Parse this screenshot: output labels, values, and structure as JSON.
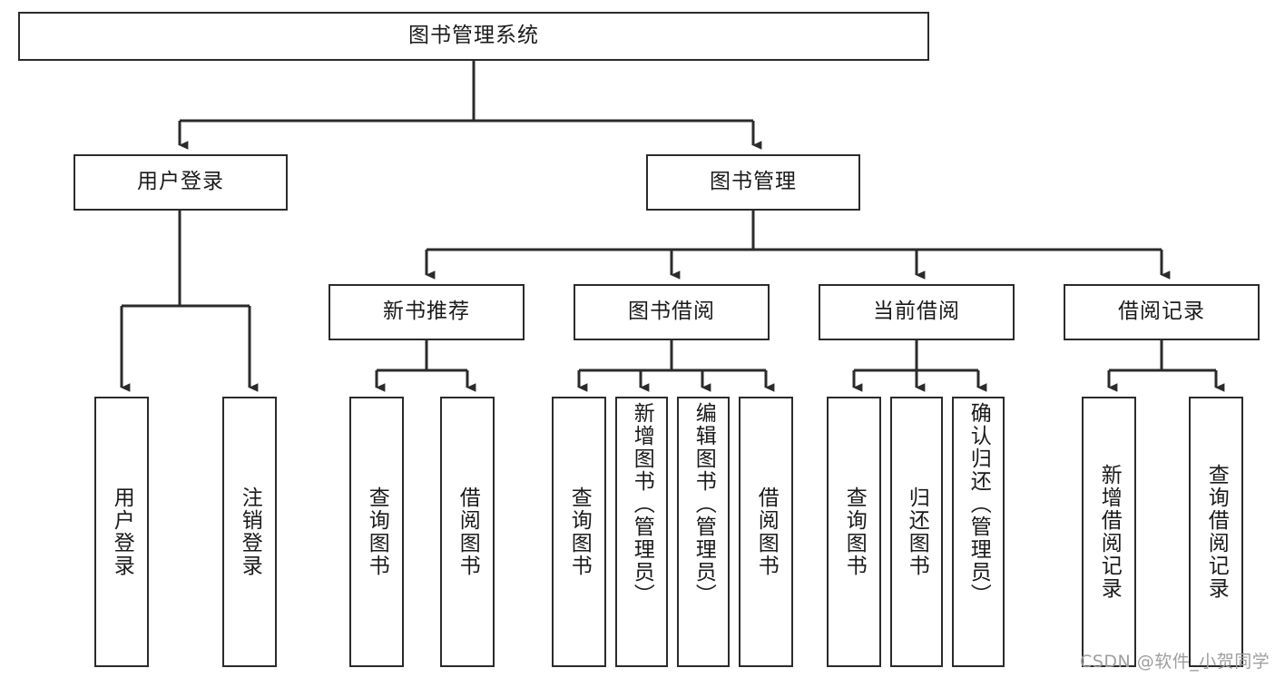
{
  "diagram": {
    "type": "tree-hierarchy",
    "title": "图书管理系统",
    "orientation": "top-down",
    "stroke_color": "#2b2b2b",
    "fill_color": "#ffffff",
    "text_color": "#1a1a1a"
  },
  "root": {
    "label": "图书管理系统"
  },
  "level2": [
    {
      "label": "用户登录"
    },
    {
      "label": "图书管理"
    }
  ],
  "level3": [
    {
      "label": "新书推荐"
    },
    {
      "label": "图书借阅"
    },
    {
      "label": "当前借阅"
    },
    {
      "label": "借阅记录"
    }
  ],
  "leaves": {
    "user_login": [
      {
        "label": "用户登录"
      },
      {
        "label": "注销登录"
      }
    ],
    "new_book": [
      {
        "label": "查询图书"
      },
      {
        "label": "借阅图书"
      }
    ],
    "book_borrow": [
      {
        "label": "查询图书"
      },
      {
        "label": "新增图书（管理员）"
      },
      {
        "label": "编辑图书（管理员）"
      },
      {
        "label": "借阅图书"
      }
    ],
    "current_borrow": [
      {
        "label": "查询图书"
      },
      {
        "label": "归还图书"
      },
      {
        "label": "确认归还（管理员）"
      }
    ],
    "borrow_record": [
      {
        "label": "新增借阅记录"
      },
      {
        "label": "查询借阅记录"
      }
    ]
  },
  "watermark": {
    "text": "CSDN @软件_小贺同学",
    "color": "#9e9e9e"
  }
}
